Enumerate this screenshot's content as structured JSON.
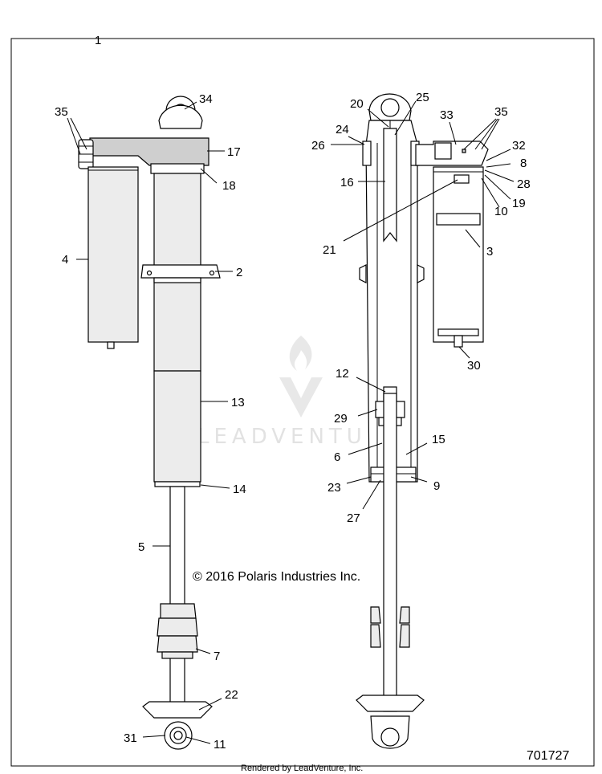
{
  "diagram": {
    "assembly_label": "1",
    "copyright": "© 2016 Polaris Industries Inc.",
    "part_number": "701727",
    "footer": "Rendered by LeadVenture, Inc.",
    "watermark": "LEADVENTURE",
    "callouts": {
      "c35a": "35",
      "c34": "34",
      "c17": "17",
      "c18": "18",
      "c4": "4",
      "c2": "2",
      "c13": "13",
      "c14": "14",
      "c5": "5",
      "c7": "7",
      "c22": "22",
      "c31": "31",
      "c11": "11",
      "c20": "20",
      "c25": "25",
      "c33": "33",
      "c35b": "35",
      "c24": "24",
      "c26": "26",
      "c32": "32",
      "c8": "8",
      "c28": "28",
      "c19": "19",
      "c10": "10",
      "c16": "16",
      "c21": "21",
      "c3": "3",
      "c30": "30",
      "c12": "12",
      "c29": "29",
      "c15": "15",
      "c6": "6",
      "c23": "23",
      "c9": "9",
      "c27": "27"
    }
  }
}
